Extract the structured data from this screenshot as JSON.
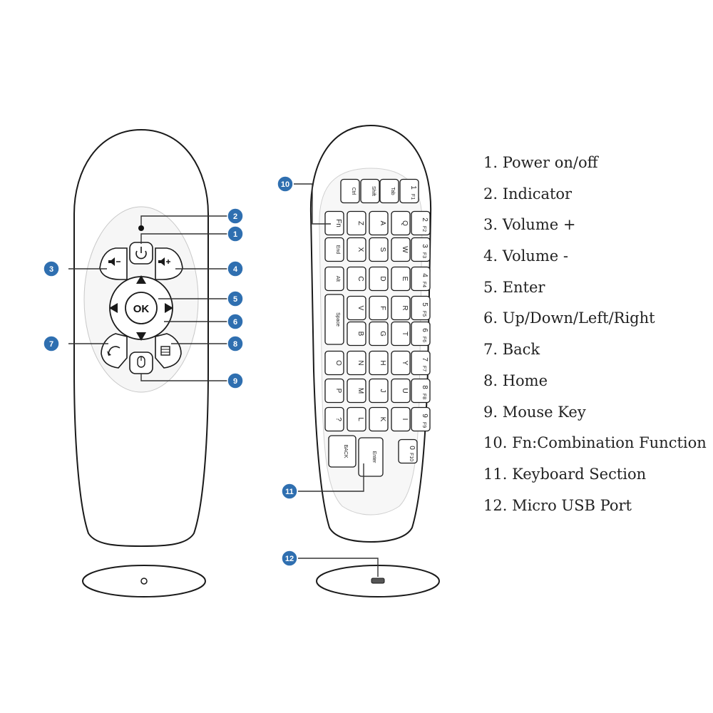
{
  "legend": [
    "1. Power on/off",
    "2. Indicator",
    "3. Volume +",
    "4. Volume -",
    "5. Enter",
    "6. Up/Down/Left/Right",
    "7. Back",
    "8. Home",
    "9. Mouse Key",
    "10. Fn:Combination Function",
    "11. Keyboard Section",
    "12. Micro USB Port"
  ],
  "callouts": [
    "1",
    "2",
    "3",
    "4",
    "5",
    "6",
    "7",
    "8",
    "9",
    "10",
    "11",
    "12"
  ],
  "front_remote": {
    "ok_label": "OK",
    "icons": [
      "power-icon",
      "indicator-dot",
      "volume-down-icon",
      "volume-up-icon",
      "arrow-up-icon",
      "arrow-down-icon",
      "arrow-left-icon",
      "arrow-right-icon",
      "back-icon",
      "home-icon",
      "mouse-icon"
    ]
  },
  "keyboard": {
    "rows": [
      [
        {
          "main": "Ctrl"
        },
        {
          "main": "Shift"
        },
        {
          "main": "Tab"
        },
        {
          "main": "1",
          "sub": "F1"
        }
      ],
      [
        {
          "main": "Fn"
        },
        {
          "main": "Z"
        },
        {
          "main": "A"
        },
        {
          "main": "Q"
        },
        {
          "main": "2",
          "sub": "F2"
        }
      ],
      [
        {
          "main": "End"
        },
        {
          "main": "X"
        },
        {
          "main": "S"
        },
        {
          "main": "W"
        },
        {
          "main": "3",
          "sub": "F3"
        }
      ],
      [
        {
          "main": "Alt"
        },
        {
          "main": "C"
        },
        {
          "main": "D"
        },
        {
          "main": "E"
        },
        {
          "main": "4",
          "sub": "F4"
        }
      ],
      [
        {
          "main": "Space"
        },
        {
          "main": "V"
        },
        {
          "main": "F"
        },
        {
          "main": "R"
        },
        {
          "main": "5",
          "sub": "F5"
        }
      ],
      [
        {
          "main": "B"
        },
        {
          "main": "G"
        },
        {
          "main": "T"
        },
        {
          "main": "6",
          "sub": "F6"
        }
      ],
      [
        {
          "main": "O"
        },
        {
          "main": "N"
        },
        {
          "main": "H"
        },
        {
          "main": "Y"
        },
        {
          "main": "7",
          "sub": "F7"
        }
      ],
      [
        {
          "main": "P"
        },
        {
          "main": "M"
        },
        {
          "main": "J"
        },
        {
          "main": "U"
        },
        {
          "main": "8",
          "sub": "F8"
        }
      ],
      [
        {
          "main": "?"
        },
        {
          "main": "L"
        },
        {
          "main": "K"
        },
        {
          "main": "I"
        },
        {
          "main": "9",
          "sub": "F9"
        }
      ],
      [
        {
          "main": "BACK"
        },
        {
          "main": "Enter"
        },
        {
          "main": "0",
          "sub": "F10"
        }
      ]
    ]
  },
  "colors": {
    "badge": "#2f6fb0",
    "outline": "#1a1a1a",
    "leader": "#333333",
    "text": "#222222"
  }
}
